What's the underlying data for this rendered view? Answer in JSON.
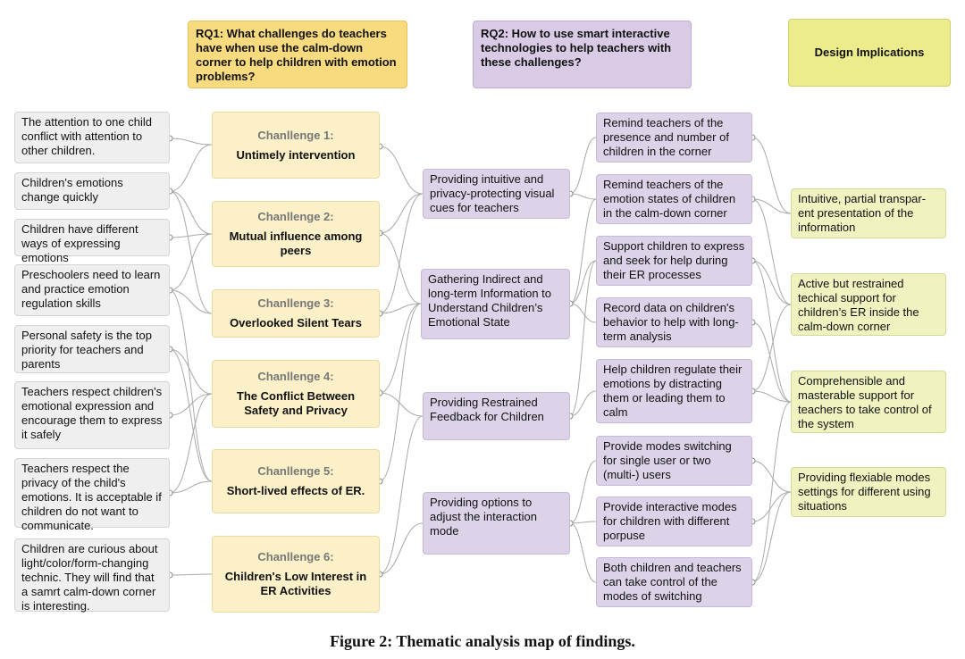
{
  "headers": {
    "rq1": "RQ1: What challenges do teachers have when use the calm-down corner to help children with emotion problems?",
    "rq2": "RQ2: How to use smart interactive technologies to help teachers with these challenges?",
    "design": "Design Implications"
  },
  "observations": [
    "The attention to one child conflict with attention to other children.",
    "Children's emotions change quickly",
    "Children have different ways of expressing emotions",
    "Preschoolers need to learn and practice emotion regulation skills",
    "Personal safety is the top priority for teachers and parents",
    "Teachers respect children's emotional expression and encourage them to express it safely",
    "Teachers respect the privacy of the child's emotions. It is acceptable if children do not want to communicate.",
    "Children are curious about light/color/form-changing technic. They will find that a samrt calm-down corner is interesting."
  ],
  "challenges": [
    {
      "title": "Chanllenge 1:",
      "name": "Untimely intervention"
    },
    {
      "title": "Chanllenge 2:",
      "name": "Mutual influence among peers"
    },
    {
      "title": "Chanllenge 3:",
      "name": "Overlooked Silent Tears"
    },
    {
      "title": "Chanllenge 4:",
      "name": "The Conflict Between Safety and Privacy"
    },
    {
      "title": "Chanllenge 5:",
      "name": "Short-lived effects of ER."
    },
    {
      "title": "Chanllenge 6:",
      "name": "Children's Low Interest in ER Activities"
    }
  ],
  "strategies": [
    "Providing intuitive and privacy-protecting visual cues for teachers",
    "Gathering Indirect and long-term Information to Understand Children’s Emotional State",
    "Providing Restrained Feedback for Children",
    "Providing options to adjust the interaction mode"
  ],
  "features": [
    "Remind teachers of the presence and number of children in the corner",
    "Remind teachers of the emotion states of children in the calm-down corner",
    "Support children to express and seek for help during their ER processes",
    "Record data on children's behavior to help with long-term analysis",
    "Help children regulate their emotions by distracting them or leading them to calm",
    "Provide modes switching for single user or two (multi-) users",
    "Provide interactive modes for children with different porpuse",
    "Both children and teachers can take control of the modes of switching"
  ],
  "implications": [
    "Intuitive, partial transpar-ent presentation of the information",
    "Active but restrained techical support for children’s ER inside the calm-down corner",
    "Comprehensible and masterable support for teachers to take control of the system",
    "Providing flexiable modes settings for different using situations"
  ],
  "caption": "Figure 2: Thematic analysis map of findings."
}
